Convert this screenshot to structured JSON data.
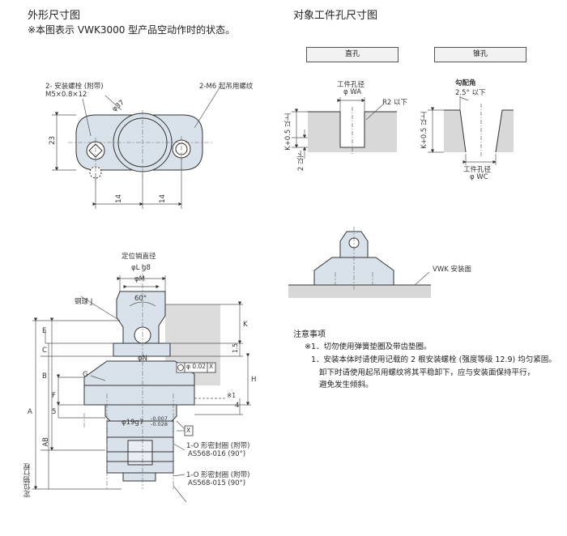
{
  "left_title": "外形尺寸图",
  "left_subtitle": "※本图表示 VWK3000 型产品空动作时的状态。",
  "right_title": "对象工件孔尺寸图",
  "hole_types": {
    "straight": "直孔",
    "taper": "锥孔"
  },
  "top_view": {
    "bolt_label_1": "2- 安装螺栓 (附带)",
    "bolt_label_2": "M5×0.8×12",
    "lift_label": "2-M6 起吊用螺纹",
    "dim_phi": "φ37",
    "dim_height": "23",
    "dim_left": "14",
    "dim_right": "14"
  },
  "straight_hole": {
    "wa_label_1": "工件孔径",
    "wa_label_2": "φ WA",
    "r2_label": "R2 以下",
    "k_label": "K+0.5 以上",
    "two_label": "2 以下"
  },
  "taper_hole": {
    "angle_title": "勾配角",
    "angle_value": "2.5° 以下",
    "k_label": "K+0.5 以上",
    "wc_label_1": "工件孔径",
    "wc_label_2": "φ WC"
  },
  "mount_view": {
    "vwk_label": "VWK 安装面"
  },
  "side_view": {
    "pin_dia": "定位销直径",
    "phiL": "φL g8",
    "phiM": "φM",
    "ball": "钢球 J",
    "angle60": "60°",
    "phiN": "φN",
    "tol_phi": "φ 0.02",
    "tol_x": "X",
    "G": "G",
    "note1": "※1",
    "dim_19g7": "φ19g7",
    "tol_upper": "-0.007",
    "tol_lower": "-0.028",
    "datum_x": "X",
    "oring1_1": "1-O 形密封圈 (附带)",
    "oring1_2": "AS568-016 (90°)",
    "oring2_1": "1-O 形密封圈 (附带)",
    "oring2_2": "AS568-015 (90°)",
    "dims": {
      "E": "E",
      "C": "C",
      "B": "B",
      "A": "A",
      "F": "F",
      "five": "5",
      "AB": "AB",
      "K": "K",
      "half": "1.5",
      "H": "H",
      "four": "4"
    },
    "stroke": "定位销行程"
  },
  "notes": {
    "title": "注意事项",
    "items": [
      "※1．切勿使用弹簧垫圈及带齿垫圈。",
      "1．安装本体时请使用记载的 2 根安装螺栓 (强度等级 12.9) 均匀紧固。",
      "卸下时请使用起吊用螺纹将其平稳卸下，应与安装面保持平行，",
      "避免发生倾斜。"
    ]
  },
  "colors": {
    "body": "#d9e2ea",
    "line": "#333333",
    "gray": "#dcdcdc",
    "dim": "#555555"
  }
}
